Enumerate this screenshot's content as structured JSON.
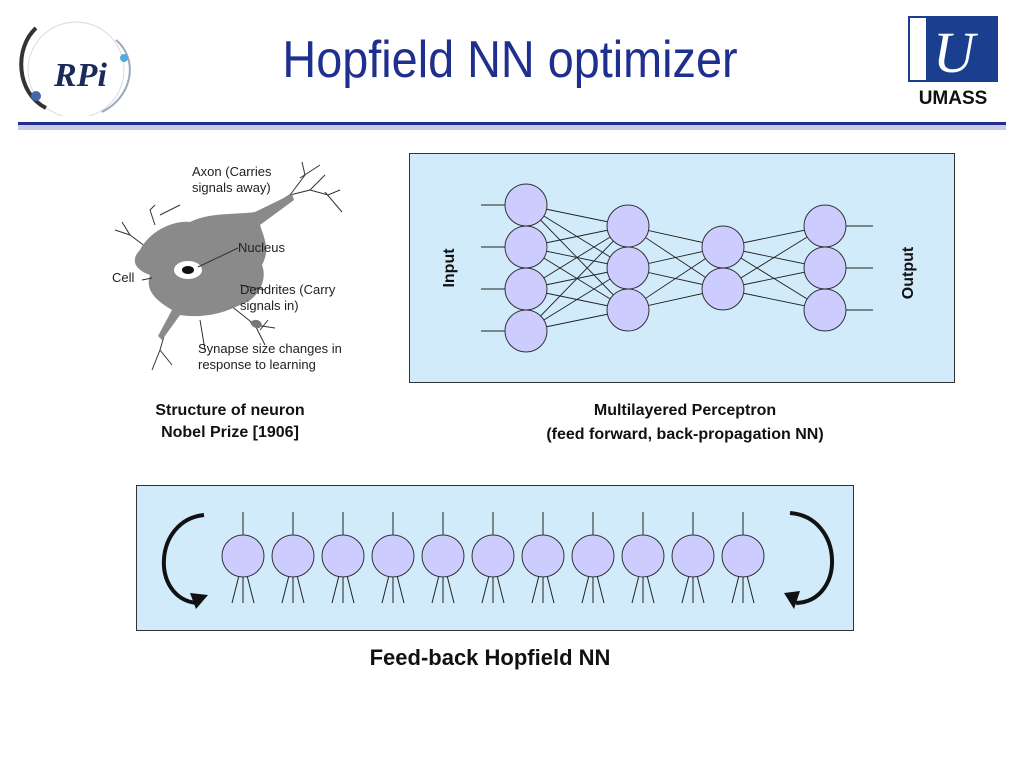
{
  "slide": {
    "title": "Hopfield NN optimizer",
    "logos": {
      "left_text": "RPi",
      "right_text": "UMASS",
      "right_mark": "U"
    }
  },
  "neuron_figure": {
    "labels": {
      "axon_1": "Axon (Carries",
      "axon_2": "signals away)",
      "nucleus": "Nucleus",
      "cell": "Cell",
      "dendrites_1": "Dendrites (Carry",
      "dendrites_2": "signals in)",
      "synapse_1": "Synapse size changes in",
      "synapse_2": "response to learning"
    },
    "caption_line1": "Structure of neuron",
    "caption_line2": "Nobel Prize [1906]"
  },
  "mlp": {
    "input_label": "Input",
    "output_label": "Output",
    "layers": [
      4,
      3,
      2,
      3
    ],
    "caption_line1": "Multilayered Perceptron",
    "caption_line2": "(feed forward, back-propagation NN)"
  },
  "hopfield": {
    "neuron_count": 11,
    "caption": "Feed-back Hopfield NN"
  },
  "colors": {
    "title": "#1f2f8f",
    "panel_bg": "#d1ebfb",
    "node_fill": "#ccccff",
    "rule": "#1f2f8f",
    "umass_blue": "#1b3f8f"
  }
}
